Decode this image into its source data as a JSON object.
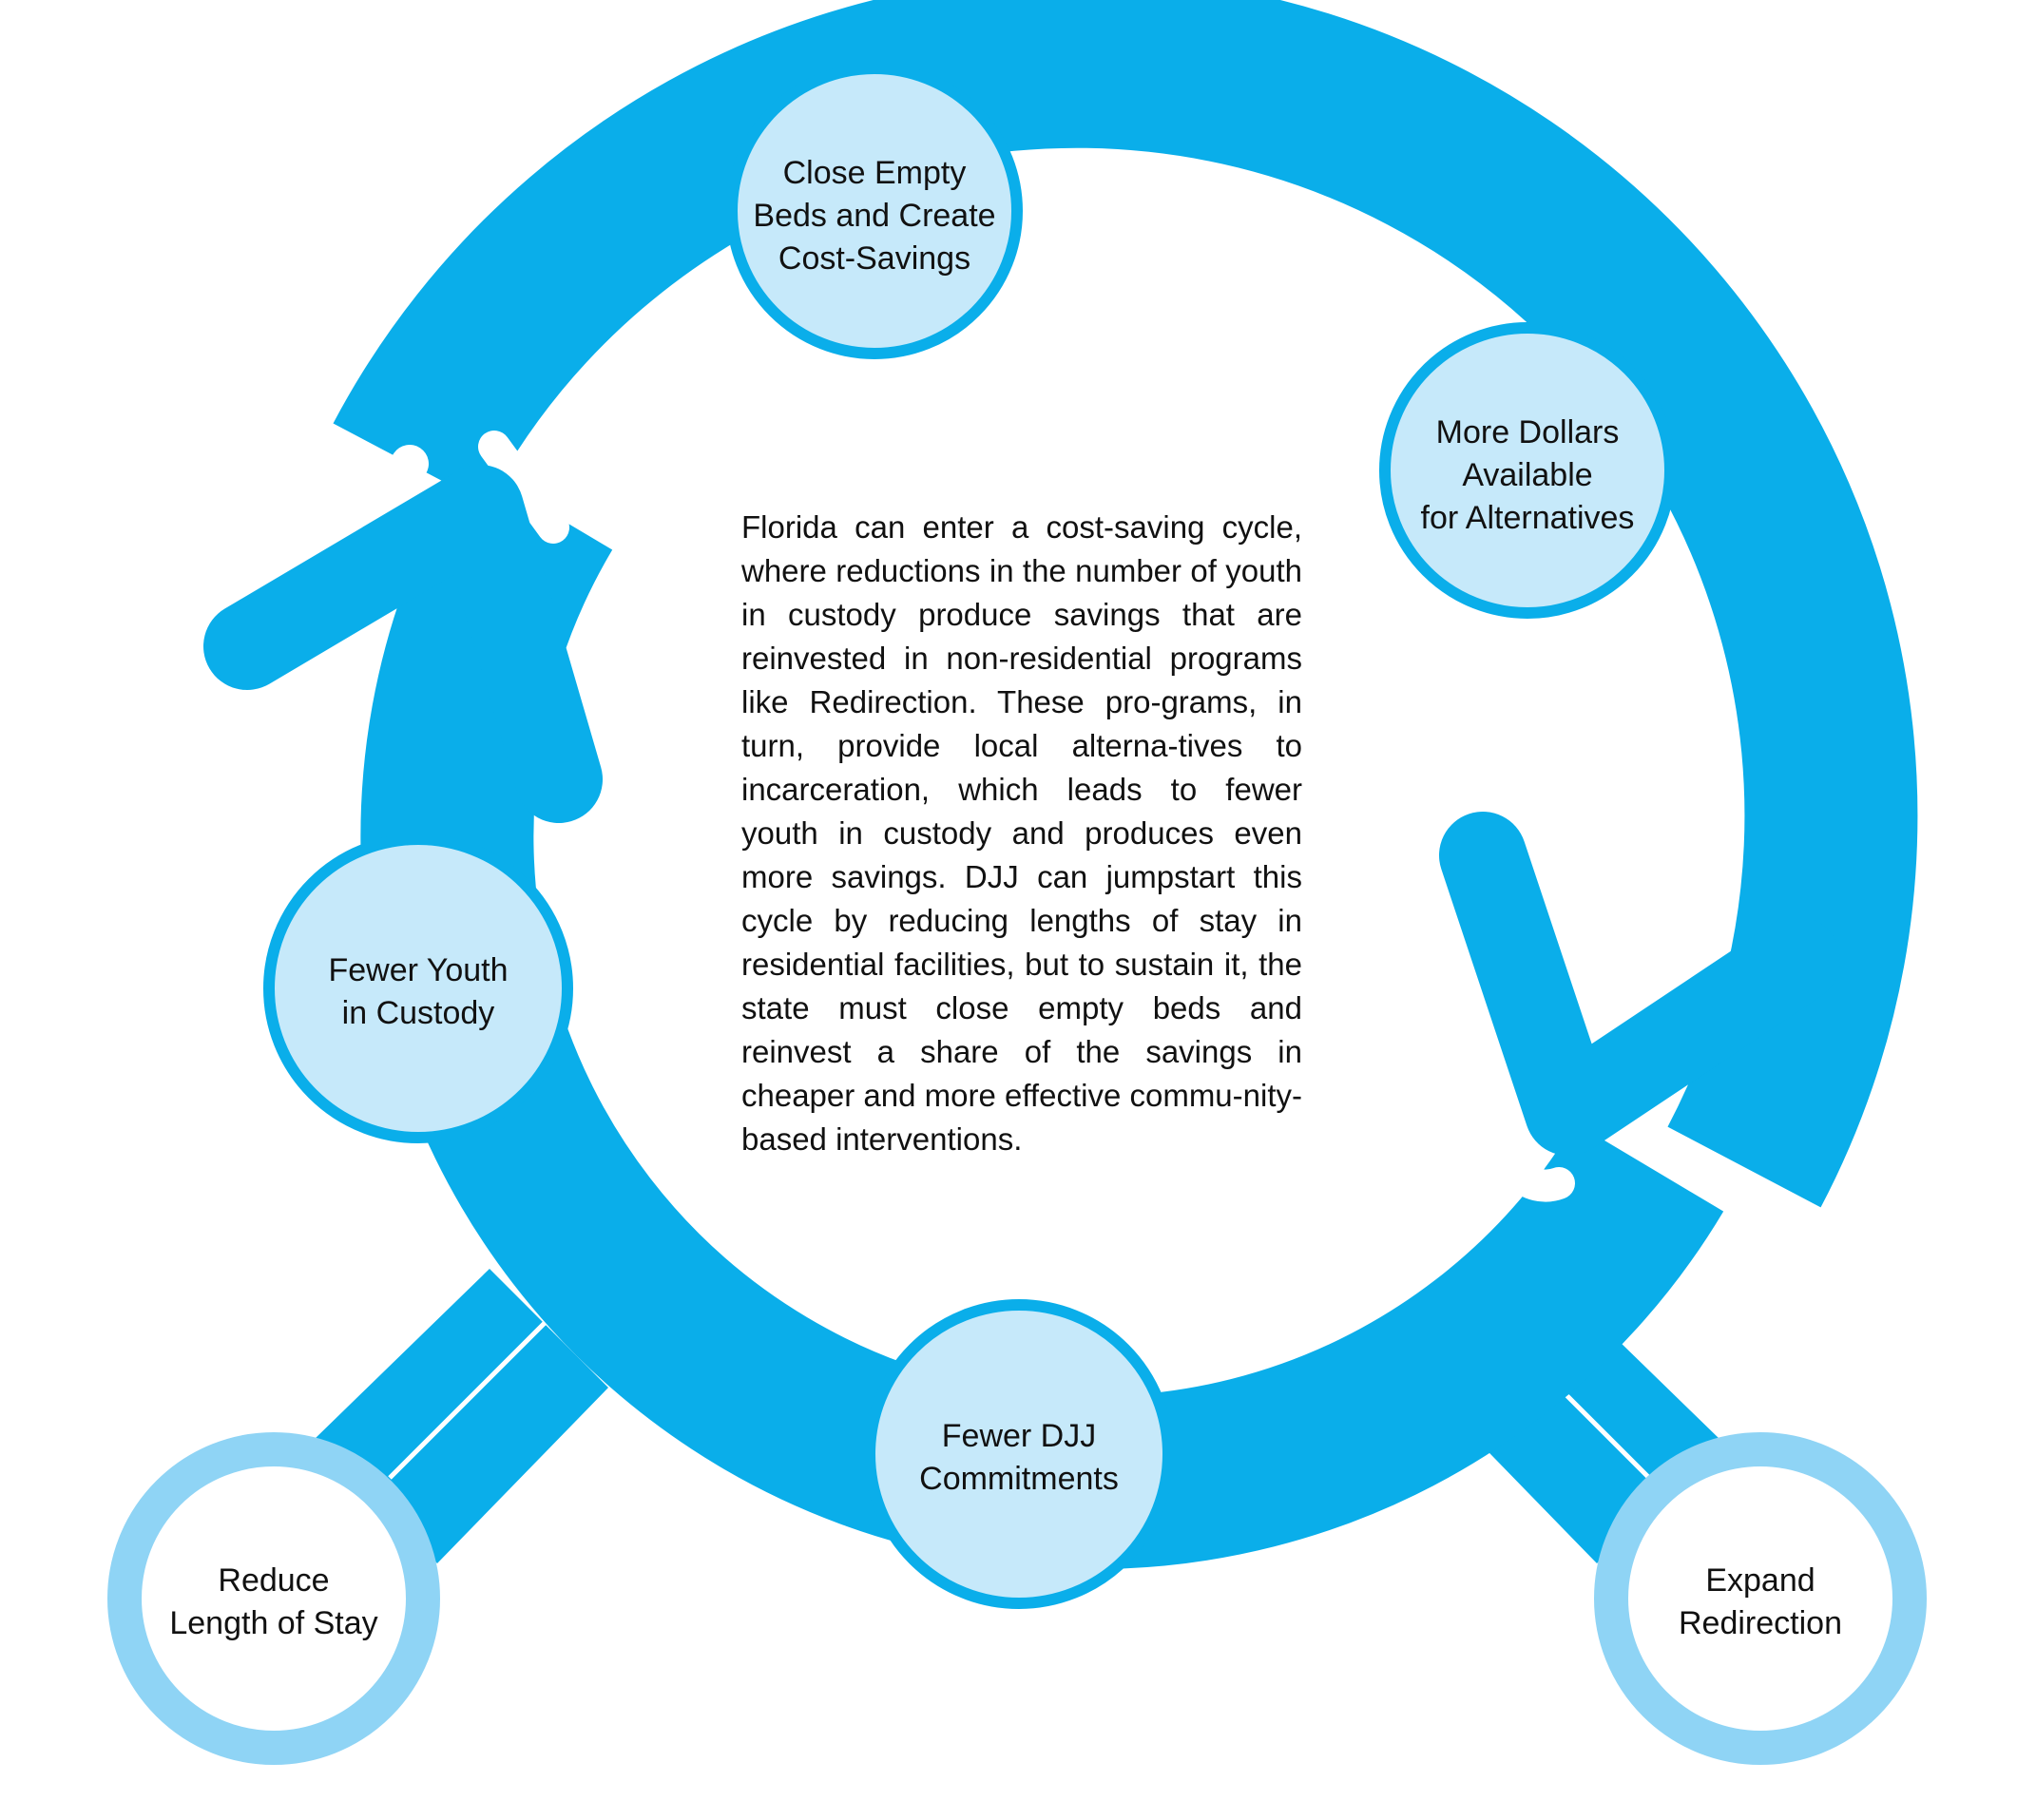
{
  "colors": {
    "cycle_blue": "#0aaeea",
    "node_fill": "#c6e9fa",
    "outer_ring": "#8fd4f5",
    "text": "#111111",
    "background": "#ffffff"
  },
  "nodes": {
    "close_empty_beds": [
      "Close Empty",
      "Beds and Create",
      "Cost-Savings"
    ],
    "more_dollars": [
      "More Dollars",
      "Available",
      "for Alternatives"
    ],
    "fewer_youth": [
      "Fewer Youth",
      "in Custody"
    ],
    "fewer_djj": [
      "Fewer DJJ",
      "Commitments"
    ],
    "reduce_length": [
      "Reduce",
      "Length of Stay"
    ],
    "expand_redirection": [
      "Expand",
      "Redirection"
    ]
  },
  "center_text": "Florida can enter a cost-saving cycle, where reductions in the number of youth in custody produce savings that are reinvested in non-residential programs like Redirection. These pro-grams, in turn, provide local alterna-tives to incarceration, which leads to fewer youth in custody and produces even more savings. DJJ can jumpstart this cycle by reducing lengths of stay in residential facilities, but to sustain it, the state must close empty beds and reinvest a share of the savings in cheaper and more effective commu-nity-based interventions."
}
